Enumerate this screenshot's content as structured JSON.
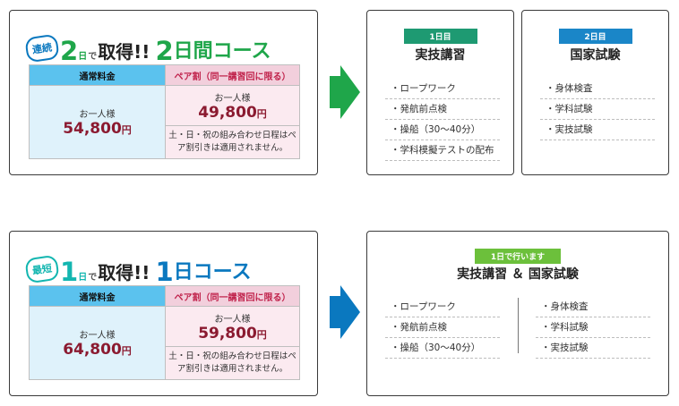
{
  "course2": {
    "badge": "連続",
    "num": "2",
    "unit": "日",
    "de": "で",
    "get": "取得!!",
    "course_num": "2",
    "course_rest": "日間コース",
    "table": {
      "normal_header": "通常料金",
      "pair_header": "ペア割（同一講習回に限る）",
      "per_person": "お一人様",
      "normal_price": "54,800",
      "pair_price": "49,800",
      "yen": "円",
      "note": "土・日・祝の組み合わせ日程はペア割引きは適用されません。"
    },
    "day1": {
      "label": "1日目",
      "title": "実技講習",
      "items": [
        "ロープワーク",
        "発航前点検",
        "操船（30～40分）",
        "学科模擬テストの配布"
      ]
    },
    "day2": {
      "label": "2日目",
      "title": "国家試験",
      "items": [
        "身体検査",
        "学科試験",
        "実技試験"
      ]
    }
  },
  "course1": {
    "badge": "最短",
    "num": "1",
    "unit": "日",
    "de": "で",
    "get": "取得!!",
    "course_num": "1",
    "course_rest": "日コース",
    "table": {
      "normal_header": "通常料金",
      "pair_header": "ペア割（同一講習回に限る）",
      "per_person": "お一人様",
      "normal_price": "64,800",
      "pair_price": "59,800",
      "yen": "円",
      "note": "土・日・祝の組み合わせ日程はペア割引きは適用されません。"
    },
    "oneday": {
      "label": "1日で行います",
      "title": "実技講習 ＆ 国家試験",
      "left_items": [
        "ロープワーク",
        "発航前点検",
        "操船（30～40分）"
      ],
      "right_items": [
        "身体検査",
        "学科試験",
        "実技試験"
      ]
    }
  },
  "colors": {
    "green": "#1fa64a",
    "blue": "#0a78bf",
    "teal": "#13b6b0",
    "day1_label": "#1e9a72",
    "day2_label": "#1a86c8",
    "oneday_label": "#6cc03b"
  }
}
